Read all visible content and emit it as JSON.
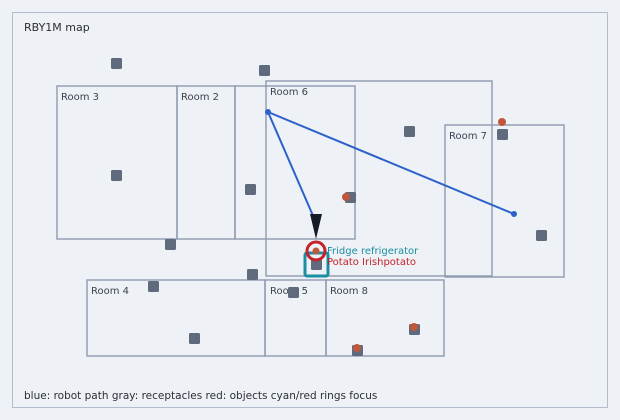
{
  "title": "RBY1M map",
  "legend": "blue: robot path gray: receptacles red: objects cyan/red rings focus",
  "rooms": [
    {
      "id": "room-3",
      "label": "Room 3"
    },
    {
      "id": "room-2",
      "label": "Room 2"
    },
    {
      "id": "room-6",
      "label": "Room 6"
    },
    {
      "id": "room-7",
      "label": "Room 7"
    },
    {
      "id": "room-4",
      "label": "Room 4"
    },
    {
      "id": "room-5",
      "label": "Room 5"
    },
    {
      "id": "room-8",
      "label": "Room 8"
    }
  ],
  "focus": {
    "receptacle_label": "Fridge refrigerator",
    "object_label": "Potato Irishpotato"
  },
  "colors": {
    "path": "#2c61c9",
    "receptacle": "#5f6b7c",
    "object": "#c0573a",
    "focus_cyan": "#1a8fa3",
    "focus_red": "#c4232b",
    "room_outline": "#8e9bb0"
  }
}
